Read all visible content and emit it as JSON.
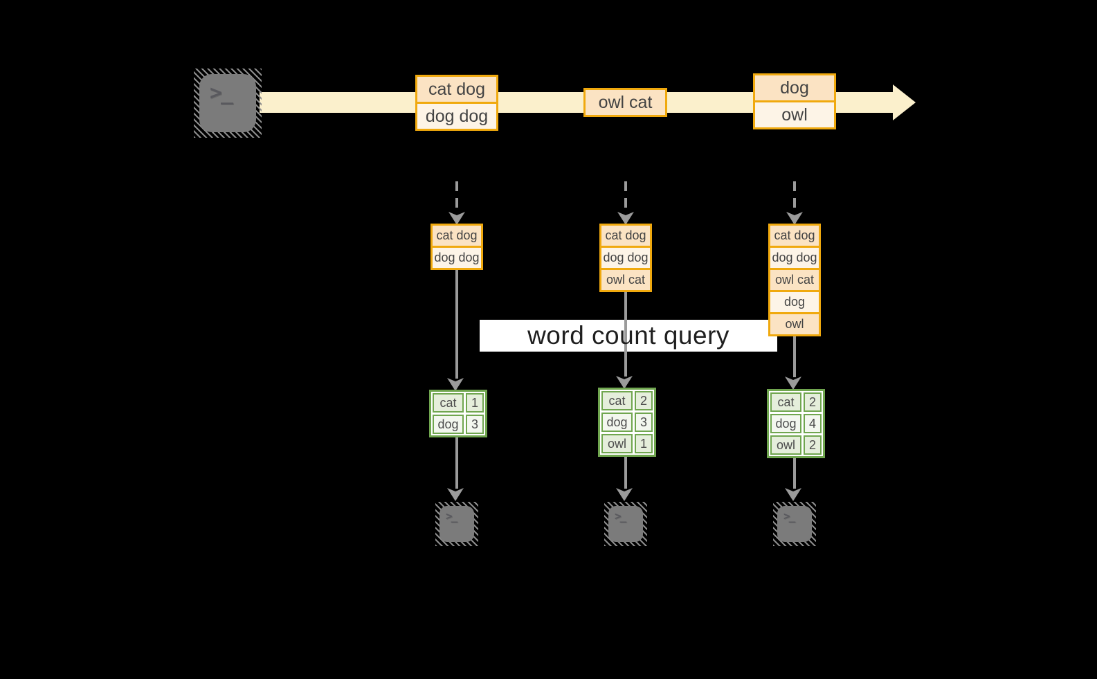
{
  "query_banner": {
    "label": "word count query"
  },
  "stream": {
    "source_icon": "terminal-icon",
    "source_glyph": ">_",
    "batches": [
      {
        "rows": [
          {
            "text": "cat dog"
          },
          {
            "text": "dog dog"
          }
        ]
      },
      {
        "rows": [
          {
            "text": "owl cat"
          }
        ]
      },
      {
        "rows": [
          {
            "text": "dog"
          },
          {
            "text": "owl"
          }
        ]
      }
    ]
  },
  "columns": [
    {
      "micro_batch": {
        "rows": [
          {
            "text": "cat dog"
          },
          {
            "text": "dog dog"
          }
        ]
      },
      "word_counts": {
        "rows": [
          {
            "word": "cat",
            "count": "1"
          },
          {
            "word": "dog",
            "count": "3"
          }
        ]
      },
      "sink_icon": "terminal-icon",
      "sink_glyph": ">_"
    },
    {
      "micro_batch": {
        "rows": [
          {
            "text": "cat dog"
          },
          {
            "text": "dog dog"
          },
          {
            "text": "owl cat"
          }
        ]
      },
      "word_counts": {
        "rows": [
          {
            "word": "cat",
            "count": "2"
          },
          {
            "word": "dog",
            "count": "3"
          },
          {
            "word": "owl",
            "count": "1"
          }
        ]
      },
      "sink_icon": "terminal-icon",
      "sink_glyph": ">_"
    },
    {
      "micro_batch": {
        "rows": [
          {
            "text": "cat dog"
          },
          {
            "text": "dog dog"
          },
          {
            "text": "owl cat"
          },
          {
            "text": "dog"
          },
          {
            "text": "owl"
          }
        ]
      },
      "word_counts": {
        "rows": [
          {
            "word": "cat",
            "count": "2"
          },
          {
            "word": "dog",
            "count": "4"
          },
          {
            "word": "owl",
            "count": "2"
          }
        ]
      },
      "sink_icon": "terminal-icon",
      "sink_glyph": ">_"
    }
  ],
  "colors": {
    "background": "#000000",
    "stream_band": "#fbf0cc",
    "box_fill_peach": "#fbe3c3",
    "box_fill_cream": "#fdf4e7",
    "box_border_orange": "#f0a90e",
    "arrow_gray": "#9b9b9b",
    "table_border_green": "#70a64f",
    "table_cell_green": "#e5eedb",
    "table_cell_light": "#f3f7ef",
    "banner_background": "#ffffff",
    "terminal_gray": "#7b7b7b"
  }
}
